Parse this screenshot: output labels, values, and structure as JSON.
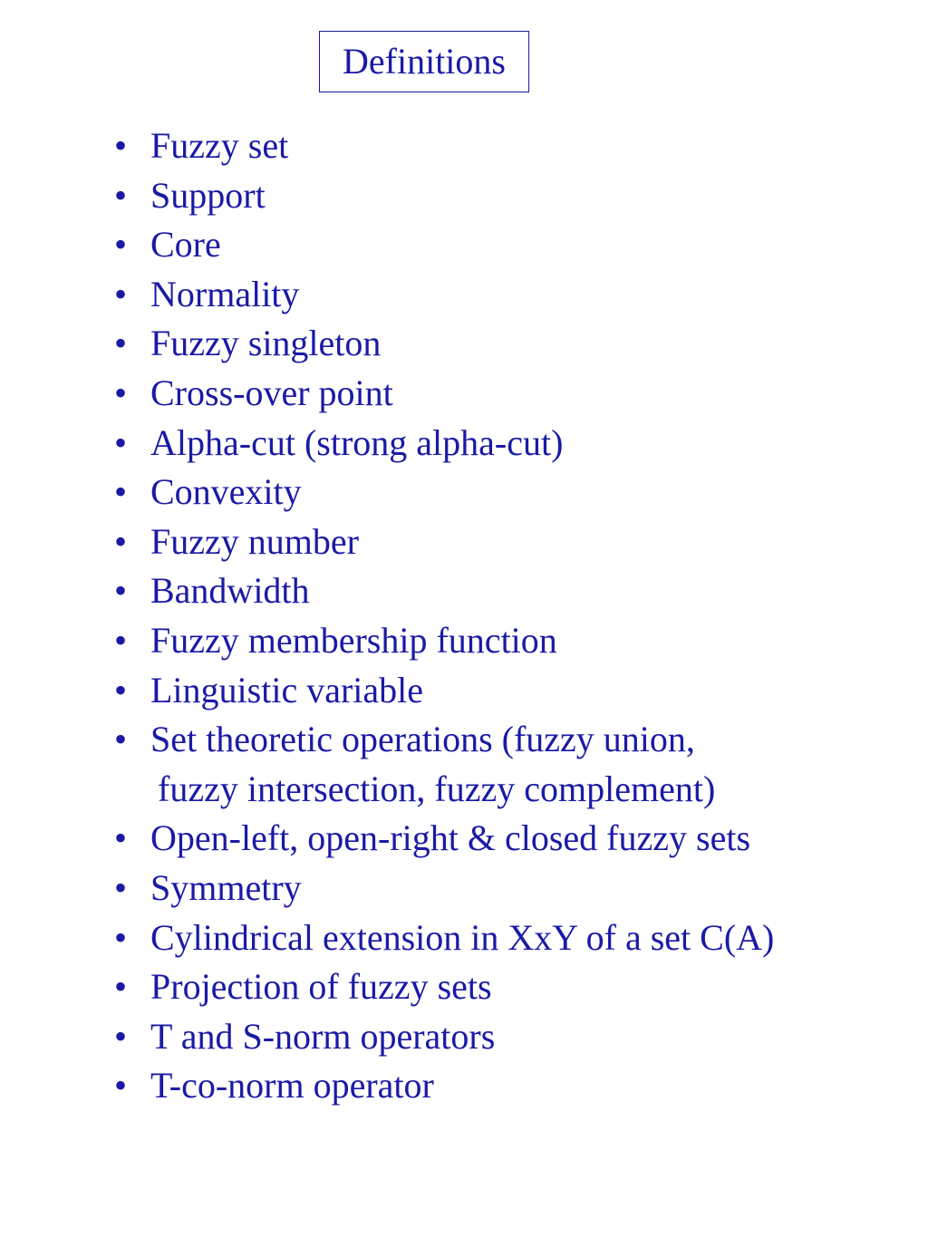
{
  "title": "Definitions",
  "bullet": "•",
  "items": [
    {
      "text": "Fuzzy set"
    },
    {
      "text": "Support"
    },
    {
      "text": "Core"
    },
    {
      "text": "Normality"
    },
    {
      "text": "Fuzzy singleton"
    },
    {
      "text": "Cross-over point"
    },
    {
      "text": "Alpha-cut (strong alpha-cut)"
    },
    {
      "text": "Convexity"
    },
    {
      "text": "Fuzzy number"
    },
    {
      "text": "Bandwidth"
    },
    {
      "text": "Fuzzy membership function"
    },
    {
      "text": "Linguistic variable"
    },
    {
      "text": "Set theoretic operations (fuzzy union,",
      "continuation": "fuzzy intersection, fuzzy complement)"
    },
    {
      "text": "Open-left, open-right & closed fuzzy sets"
    },
    {
      "text": "Symmetry"
    },
    {
      "text": "Cylindrical extension in XxY of a set C(A)"
    },
    {
      "text": "Projection of fuzzy sets"
    },
    {
      "text": "T and S-norm operators"
    },
    {
      "text": "T-co-norm operator"
    }
  ],
  "colors": {
    "text": "#1a1aa6",
    "background": "#ffffff"
  }
}
